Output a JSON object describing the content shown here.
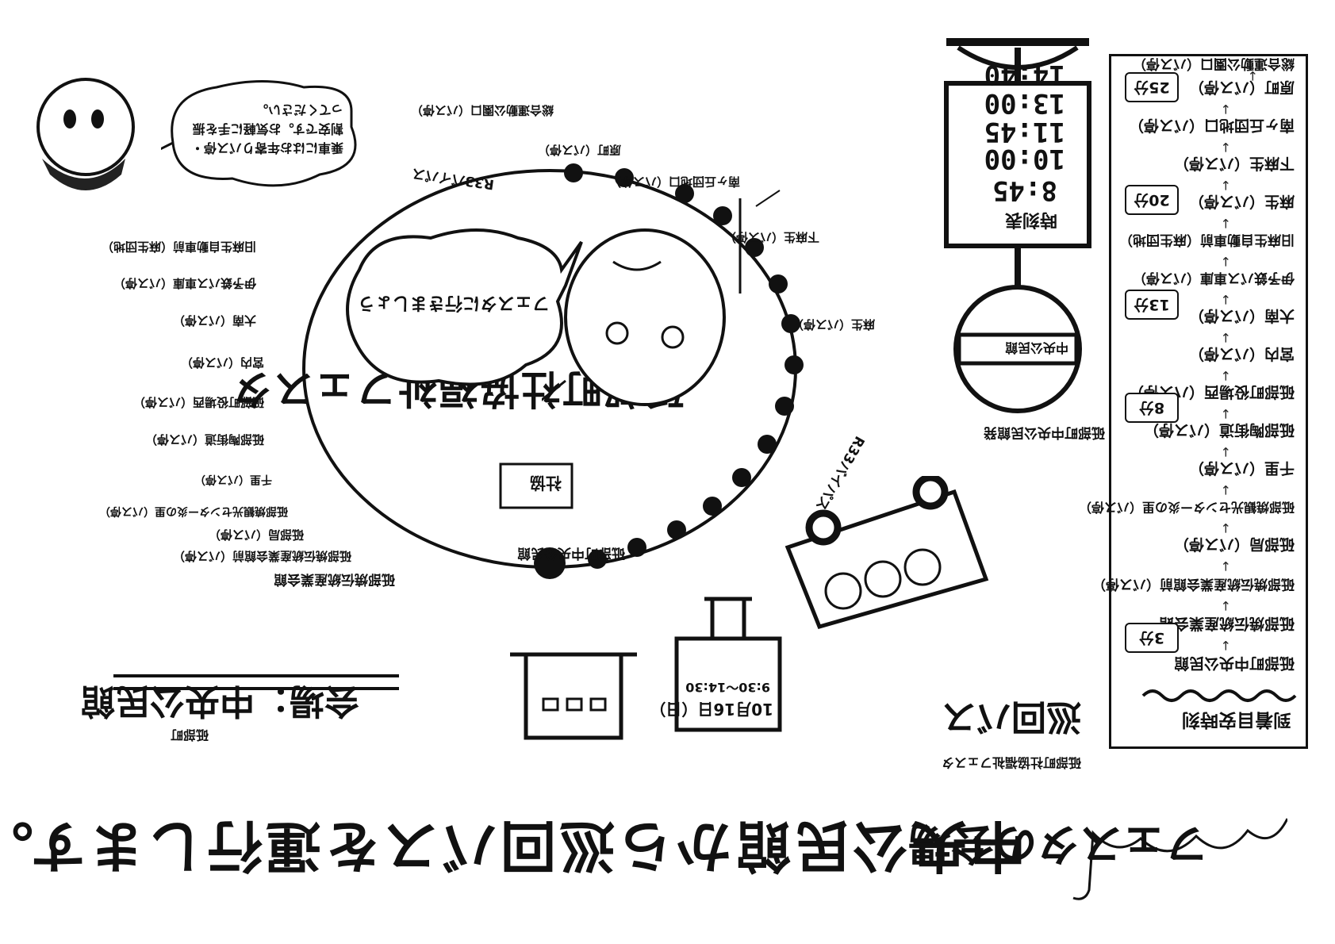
{
  "headline": {
    "lead": "フェスタの会場",
    "main": "中央公民館から巡回バスを運行します。"
  },
  "timetable_panel": {
    "title": "到着目安時刻",
    "stops": [
      "砥部町中央公民館",
      "砥部焼伝統産業会館",
      "砥部焼伝統産業会館前（バス停）",
      "砥部局（バス停）",
      "砥部焼観光センター炎の里（バス停）",
      "千里（バス停）",
      "砥部陶街道（バス停）",
      "砥部町役場西（バス停）",
      "宮内（バス停）",
      "大南（バス停）",
      "伊予鉄バス車庫（バス停）",
      "旧麻生自動車前（麻生団地）",
      "麻生（バス停）",
      "下麻生（バス停）",
      "南ヶ丘団地口（バス停）",
      "原町（バス停）",
      "総合運動公園口（バス停）"
    ],
    "badges": [
      "3分",
      "8分",
      "13分",
      "20分",
      "25分"
    ]
  },
  "sign": {
    "title": "時刻表",
    "times": [
      "8:45",
      "10:00",
      "11:45",
      "13:00",
      "14:40"
    ],
    "label": "中央公民館"
  },
  "loop": {
    "title": "砥部町社協福祉フェスタ",
    "speech": "フェスタに行きましょう",
    "flag": "社協"
  },
  "route_labels": {
    "top_left": "砥部町中央公民館",
    "center_bottom": "砥部町中央公民館",
    "r33": "R33バイパス",
    "r33b": "R33バイパス",
    "front": "砥部町中央公民館発",
    "stops": [
      "砥部焼伝統産業会館",
      "砥部焼伝統産業会館前（バス停）",
      "砥部局（バス停）",
      "砥部焼観光センター炎の里（バス停）",
      "千里（バス停）",
      "砥部陶街道（バス停）",
      "砥部町役場西（バス停）",
      "宮内（バス停）",
      "大南（バス停）",
      "伊予鉄バス車庫（バス停）",
      "旧麻生自動車前（麻生団地）",
      "麻生（バス停）",
      "下麻生（バス停）",
      "南ヶ丘団地口（バス停）",
      "原町（バス停）",
      "総合運動公園口（バス停）"
    ]
  },
  "circuit": {
    "title": "巡回バス",
    "sub": "砥部町社協福祉フェスタ",
    "date": "10月16日（日）",
    "hours": "9:30～14:30"
  },
  "venue": {
    "label": "会場：中央公民館",
    "sub": "砥部町"
  },
  "character": {
    "speech": "乗車にはお年寄りバス停・割安です。お気軽に手を振ってください。"
  }
}
